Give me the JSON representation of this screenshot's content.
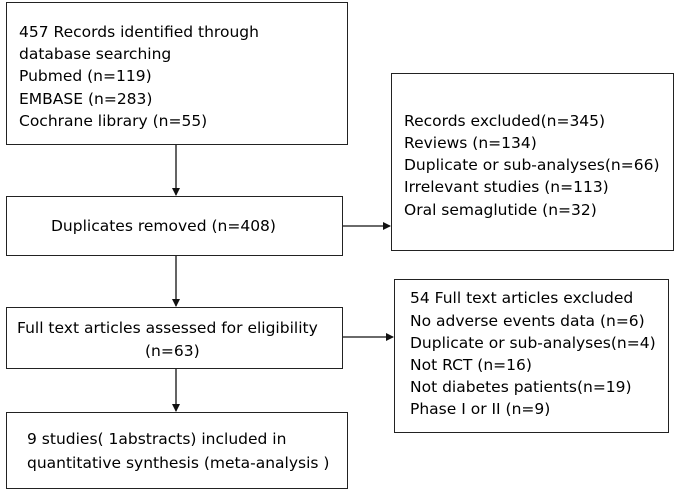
{
  "boxes": {
    "identified": {
      "lines": [
        "457  Records identified through",
        "database searching",
        "Pubmed (n=119)",
        "EMBASE (n=283)",
        "Cochrane library (n=55)"
      ]
    },
    "excluded_records": {
      "lines": [
        "Records excluded(n=345)",
        "Reviews (n=134)",
        "Duplicate or sub-analyses(n=66)",
        "Irrelevant studies (n=113)",
        "Oral semaglutide (n=32)"
      ]
    },
    "duplicates": {
      "lines": [
        "Duplicates removed (n=408)"
      ]
    },
    "eligibility": {
      "lines": [
        "Full text articles assessed for eligibility",
        "(n=63)"
      ]
    },
    "excluded_fulltext": {
      "lines": [
        "54 Full text articles excluded",
        "No adverse events data (n=6)",
        "Duplicate or sub-analyses(n=4)",
        "Not RCT (n=16)",
        "Not diabetes patients(n=19)",
        "Phase I or II   (n=9)"
      ]
    },
    "included": {
      "lines": [
        "9 studies( 1abstracts) included in",
        "quantitative synthesis (meta-analysis )"
      ]
    }
  },
  "colors": {
    "stroke": "#222222",
    "text": "#000000",
    "background": "#ffffff"
  }
}
